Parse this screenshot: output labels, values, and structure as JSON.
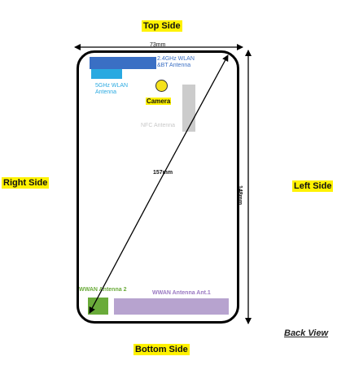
{
  "sides": {
    "top": "Top Side",
    "bottom": "Bottom Side",
    "right": "Right Side",
    "left": "Left Side"
  },
  "dimensions": {
    "width": "73mm",
    "height": "148mm",
    "diagonal": "157mm"
  },
  "components": {
    "wlan_24": "2.4GHz WLAN\n&BT Antenna",
    "wlan_5": "5GHz WLAN\nAntenna",
    "camera": "Camera",
    "nfc": "NFC Antenna",
    "wwan2": "WWAN Antenna 2",
    "wwan1": "WWAN Antenna Ant.1"
  },
  "view": "Back View",
  "colors": {
    "side_highlight": "#fff200",
    "wlan_24": "#3a6fc4",
    "wlan_5": "#29a9e1",
    "camera": "#f5e21c",
    "nfc": "#cccccc",
    "wwan2": "#6aab3a",
    "wwan1": "#b7a3cf",
    "nfc_text": "#c8c8c8",
    "wwan_text": "#9a78c2"
  }
}
